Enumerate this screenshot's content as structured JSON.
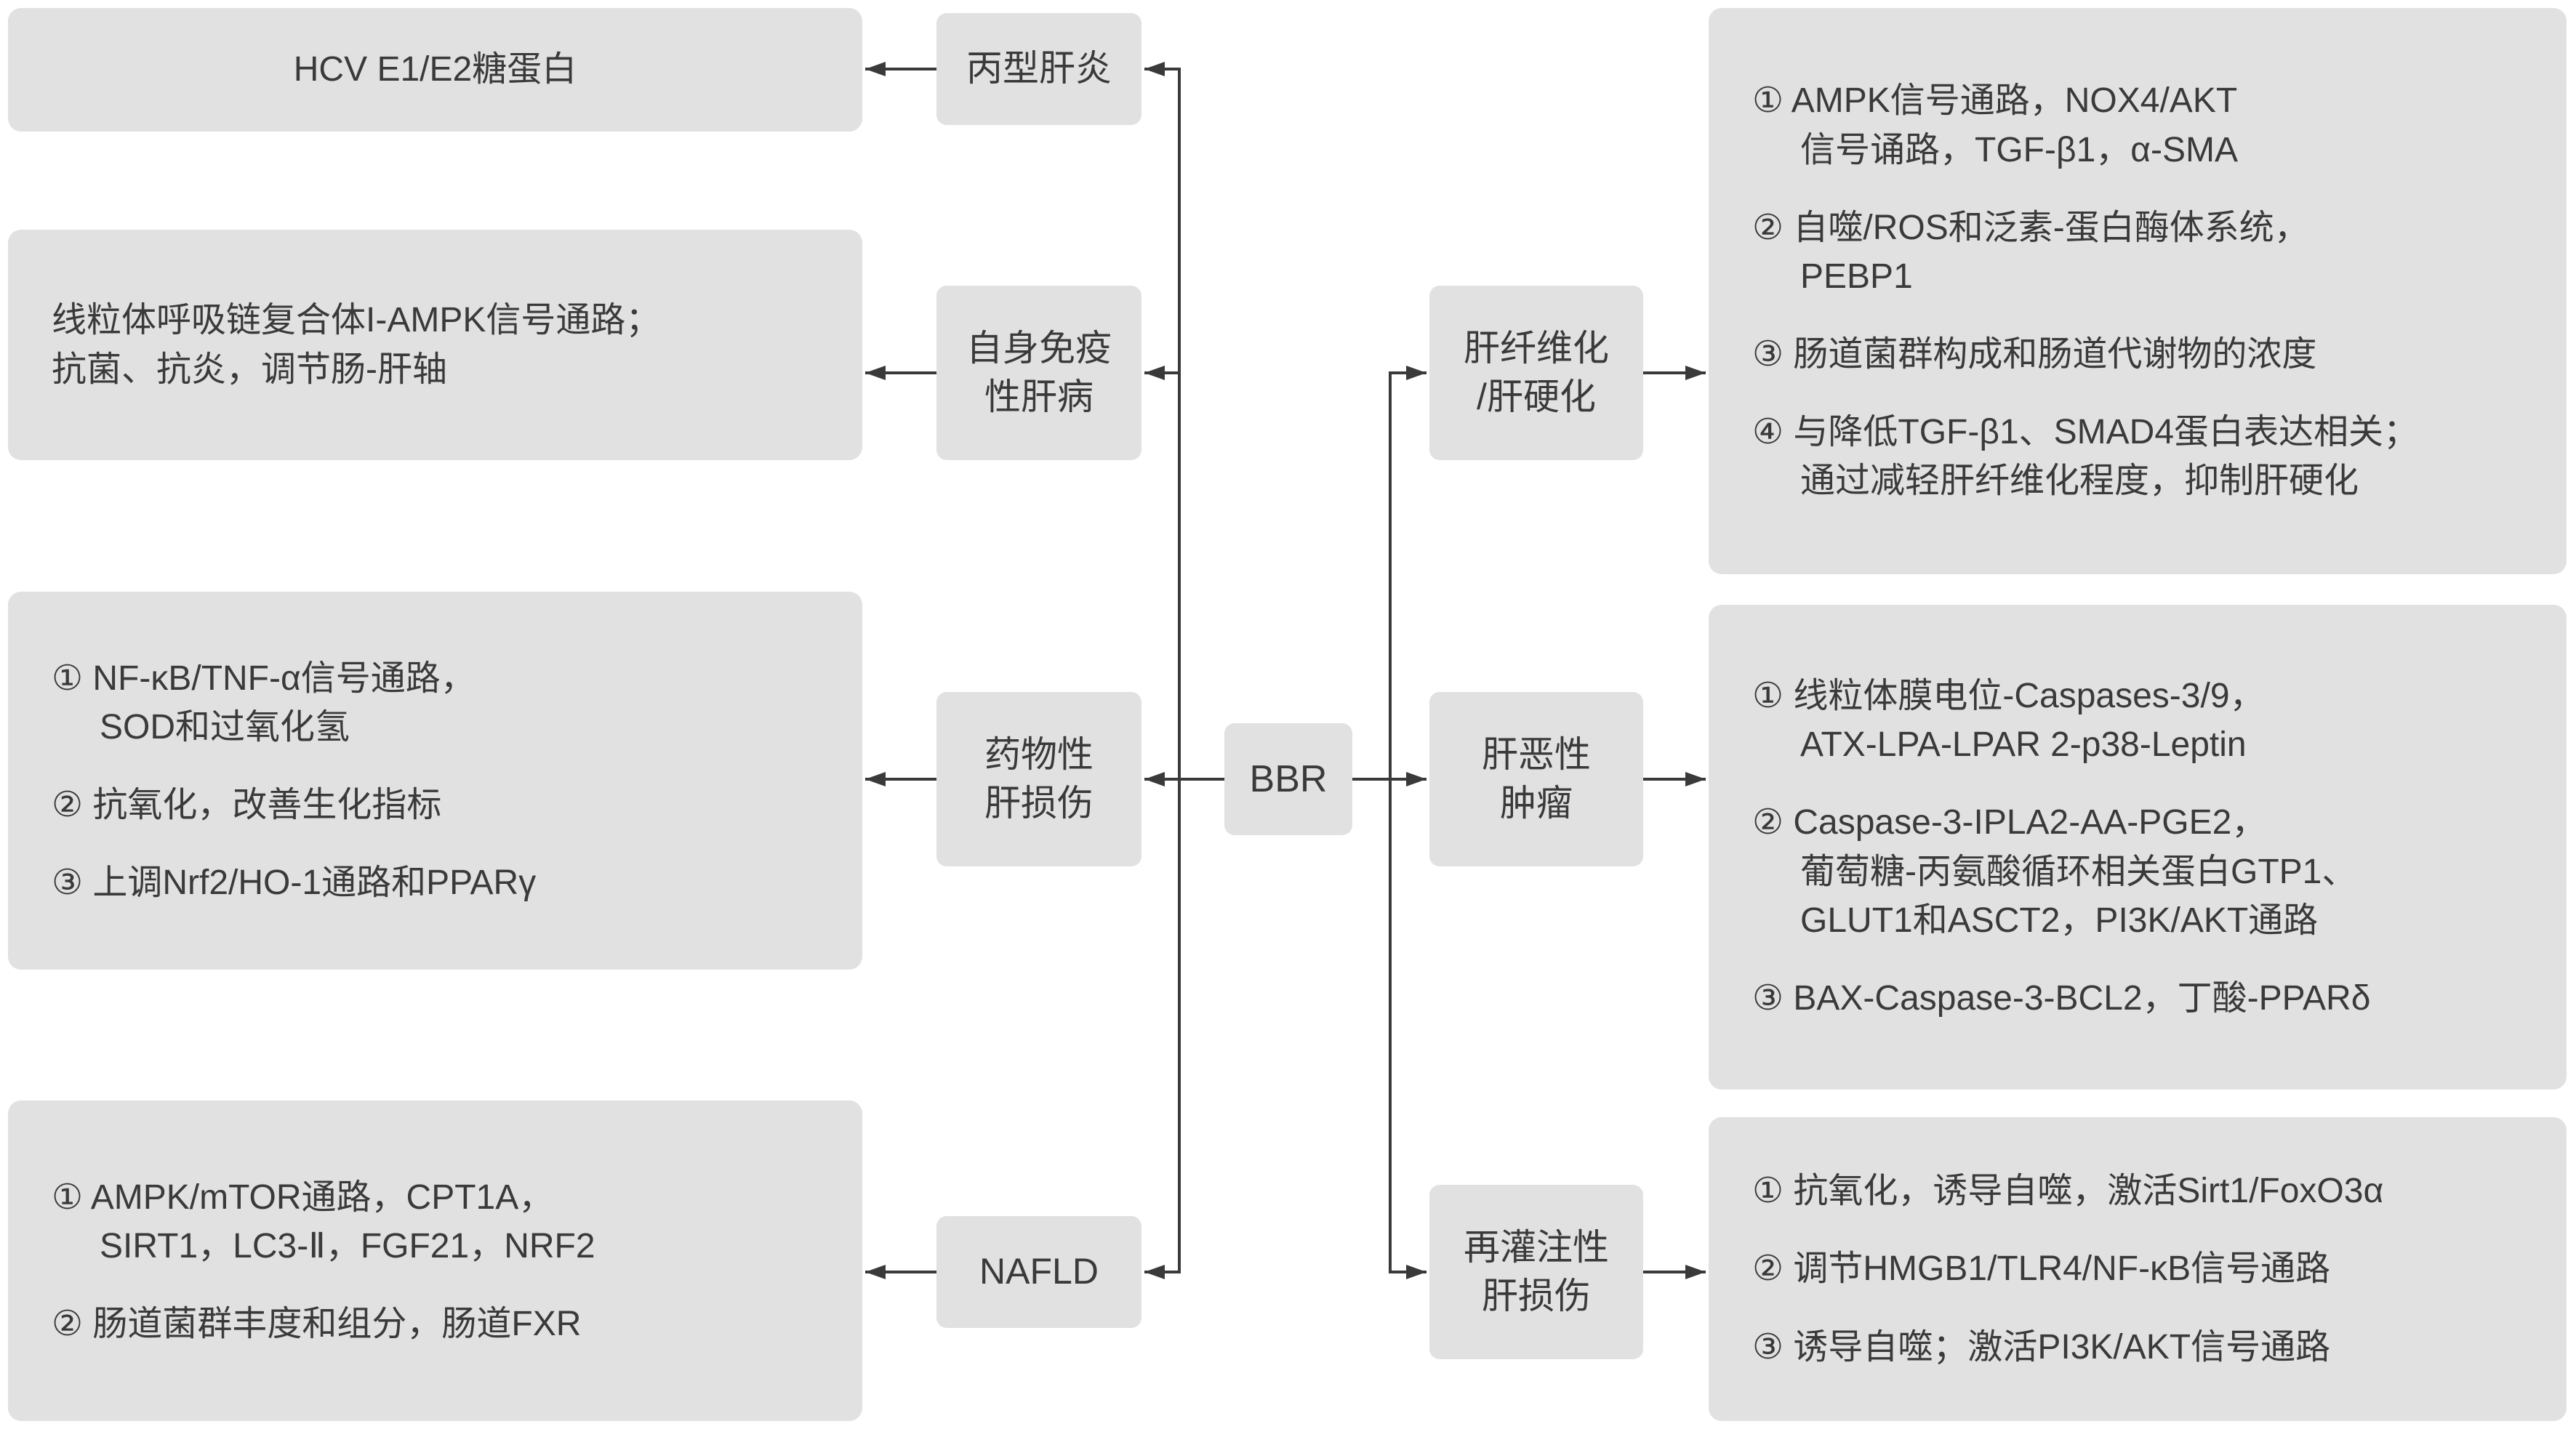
{
  "colors": {
    "background": "#ffffff",
    "box_fill": "#e1e1e1",
    "text": "#3a3a3a",
    "line": "#3a3a3a"
  },
  "center_node": {
    "label": "BBR"
  },
  "left_branches": [
    {
      "disease": {
        "lines": [
          "丙型肝炎"
        ]
      },
      "mechanisms": {
        "items": [
          {
            "lines": [
              "HCV E1/E2糖蛋白"
            ]
          }
        ]
      }
    },
    {
      "disease": {
        "lines": [
          "自身免疫",
          "性肝病"
        ]
      },
      "mechanisms": {
        "items": [
          {
            "lines": [
              "线粒体呼吸链复合体I-AMPK信号通路；",
              "抗菌、抗炎，调节肠-肝轴"
            ]
          }
        ]
      }
    },
    {
      "disease": {
        "lines": [
          "药物性",
          "肝损伤"
        ]
      },
      "mechanisms": {
        "items": [
          {
            "lines": [
              "① NF-κB/TNF-α信号通路，",
              "SOD和过氧化氢"
            ]
          },
          {
            "lines": [
              "② 抗氧化，改善生化指标"
            ]
          },
          {
            "lines": [
              "③ 上调Nrf2/HO-1通路和PPARγ"
            ]
          }
        ]
      }
    },
    {
      "disease": {
        "lines": [
          "NAFLD"
        ]
      },
      "mechanisms": {
        "items": [
          {
            "lines": [
              "① AMPK/mTOR通路，CPT1A，",
              "SIRT1，LC3-Ⅱ，FGF21，NRF2"
            ]
          },
          {
            "lines": [
              "② 肠道菌群丰度和组分，肠道FXR"
            ]
          }
        ]
      }
    }
  ],
  "right_branches": [
    {
      "disease": {
        "lines": [
          "肝纤维化",
          "/肝硬化"
        ]
      },
      "mechanisms": {
        "items": [
          {
            "lines": [
              "① AMPK信号通路，NOX4/AKT",
              "信号诵路，TGF-β1，α-SMA"
            ]
          },
          {
            "lines": [
              "② 自噬/ROS和泛素-蛋白酶体系统，",
              "PEBP1"
            ]
          },
          {
            "lines": [
              "③ 肠道菌群构成和肠道代谢物的浓度"
            ]
          },
          {
            "lines": [
              "④ 与降低TGF-β1、SMAD4蛋白表达相关；",
              "通过减轻肝纤维化程度，抑制肝硬化"
            ]
          }
        ]
      }
    },
    {
      "disease": {
        "lines": [
          "肝恶性",
          "肿瘤"
        ]
      },
      "mechanisms": {
        "items": [
          {
            "lines": [
              "① 线粒体膜电位-Caspases-3/9，",
              "ATX-LPA-LPAR 2-p38-Leptin"
            ]
          },
          {
            "lines": [
              "② Caspase-3-IPLA2-AA-PGE2，",
              "葡萄糖-丙氨酸循环相关蛋白GTP1、",
              "GLUT1和ASCT2，PI3K/AKT通路"
            ]
          },
          {
            "lines": [
              "③ BAX-Caspase-3-BCL2，丁酸-PPARδ"
            ]
          }
        ]
      }
    },
    {
      "disease": {
        "lines": [
          "再灌注性",
          "肝损伤"
        ]
      },
      "mechanisms": {
        "items": [
          {
            "lines": [
              "① 抗氧化，诱导自噬，激活Sirt1/FoxO3α"
            ]
          },
          {
            "lines": [
              "② 调节HMGB1/TLR4/NF-κB信号通路"
            ]
          },
          {
            "lines": [
              "③ 诱导自噬；激活PI3K/AKT信号通路"
            ]
          }
        ]
      }
    }
  ]
}
